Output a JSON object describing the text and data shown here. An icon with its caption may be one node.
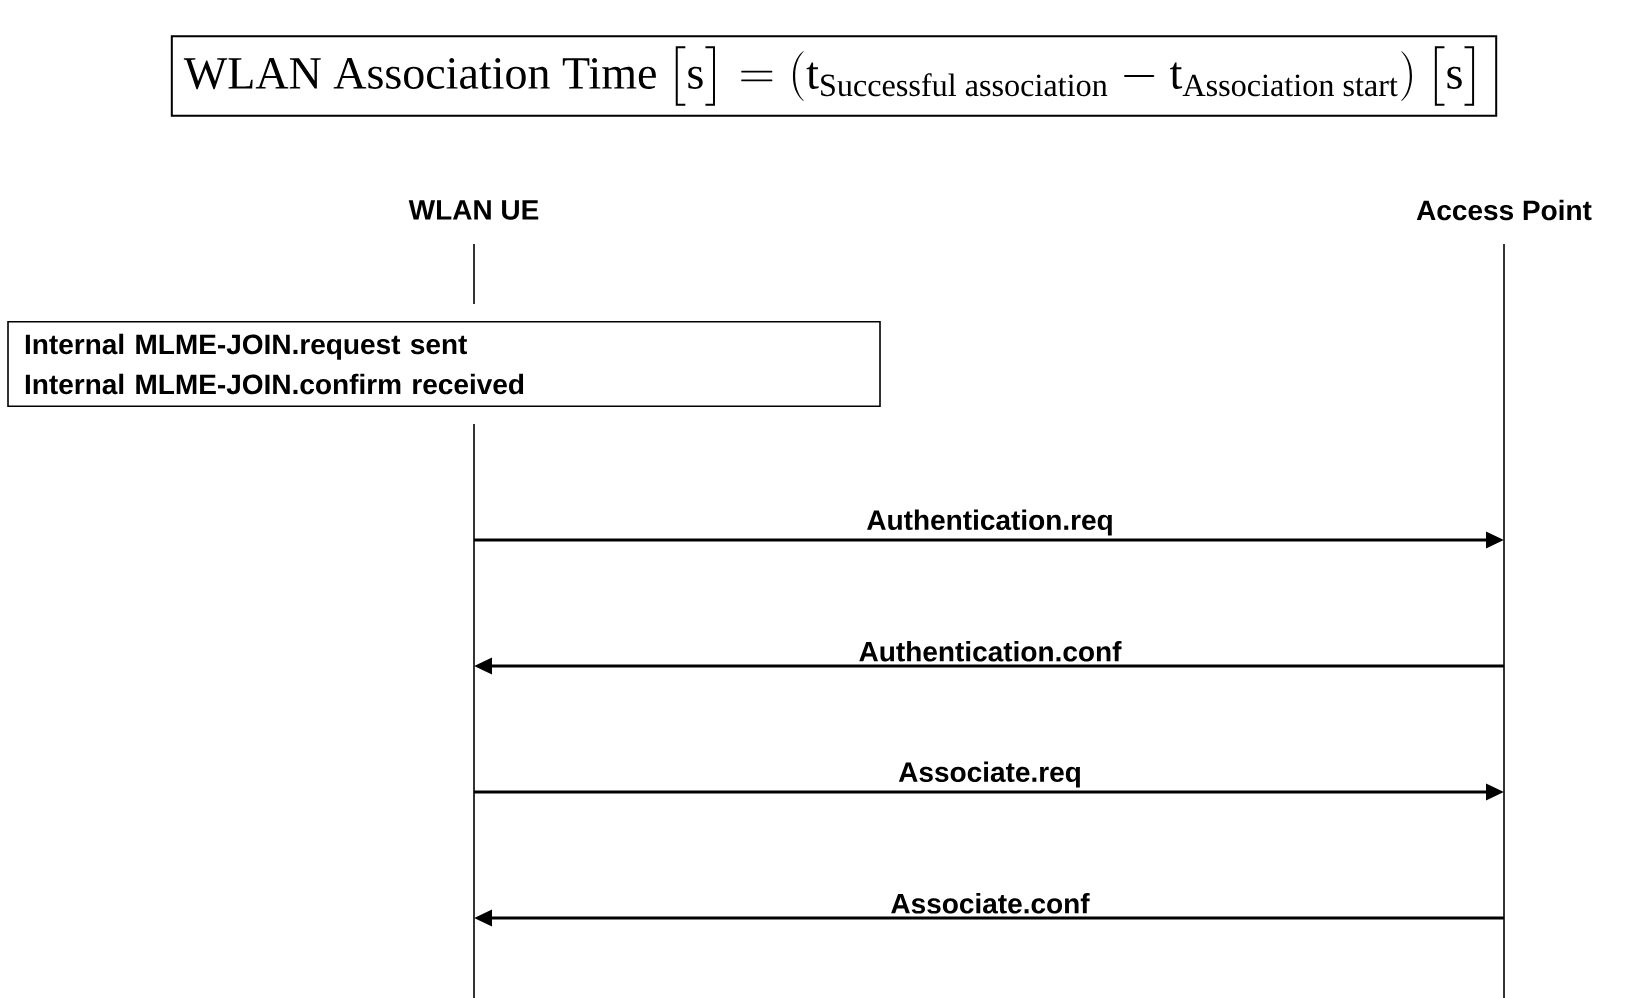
{
  "diagram": {
    "nodes": [
      {
        "text": [
          "\\text{WLAN Association Time}\\,\\big[\\text{s}\\big]=(\\text{t}_{\\text{Successful association}}-\\text{t}_{\\text{Association start}})\\,\\big[\\text{s}\\big]"
        ]
      },
      {
        "text": [
          "WLAN UE"
        ]
      },
      {
        "text": [
          "Access Point"
        ]
      },
      {
        "text": [
          "Internal MLME-JOIN.request sent",
          "Internal MLME-JOIN.confirm received"
        ]
      }
    ],
    "edges": [
      {
        "from": 1,
        "to": 2,
        "arrow": "to",
        "label": "Authentication.req"
      },
      {
        "from": 2,
        "to": 1,
        "arrow": "to",
        "label": "Authentication.conf"
      },
      {
        "from": 1,
        "to": 2,
        "arrow": "to",
        "label": "Associate.req"
      },
      {
        "from": 2,
        "to": 1,
        "arrow": "to",
        "label": "Associate.conf"
      }
    ]
  }
}
